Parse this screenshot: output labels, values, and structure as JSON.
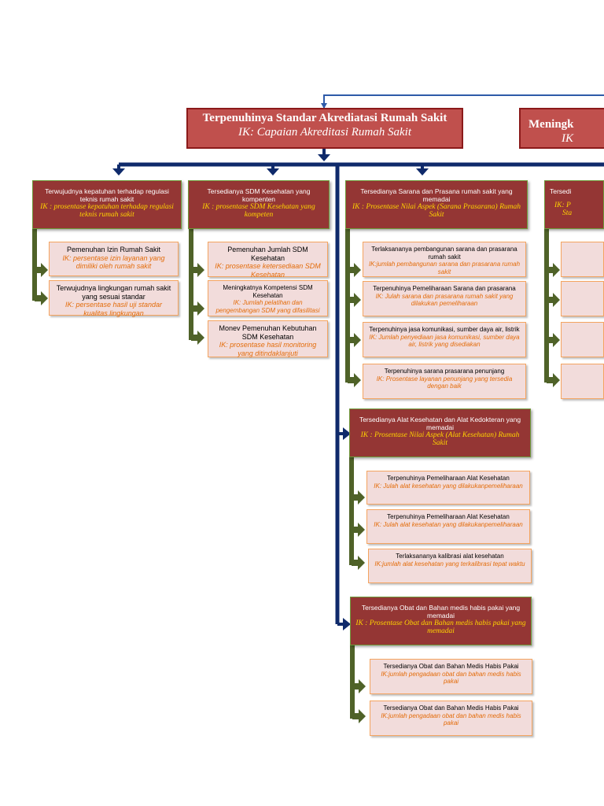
{
  "colors": {
    "main_connector": "#0f2a6b",
    "branch_arrow": "#4f6228",
    "box_dark": "#943634",
    "box_top": "#c0504d",
    "leaf_fill": "#f2dcdb",
    "ik_orange": "#e36c0a",
    "ik_yellow": "#ffd400"
  },
  "top": {
    "title": "Terpenuhinya Standar Akrediatasi Rumah Sakit",
    "ik": "IK: Capaian Akreditasi Rumah Sakit",
    "right_partial_title": "Meningk",
    "right_partial_ik": "IK"
  },
  "col1": {
    "header": {
      "title": "Terwujudnya kepatuhan terhadap regulasi teknis rumah sakit",
      "ik": "IK : prosentase kepatuhan terhadap regulasi teknis rumah sakit"
    },
    "items": [
      {
        "title": "Pemenuhan Izin Rumah Sakit",
        "ik": "IK: persentase  izin layanan yang dimiliki oleh rumah sakit"
      },
      {
        "title": "Terwujudnya lingkungan rumah sakit yang sesuai standar",
        "ik": "IK: persentase  hasil uji standar kualitas lingkungan"
      }
    ]
  },
  "col2": {
    "header": {
      "title": "Tersedianya SDM Kesehatan yang kompenten",
      "ik": "IK : prosentase SDM Kesehatan yang kompeten"
    },
    "items": [
      {
        "title": "Pemenuhan Jumlah SDM Kesehatan",
        "ik": "IK: prosentase ketersediaan SDM Kesehatan"
      },
      {
        "title": "Meningkatnya Kompetensi SDM Kesehatan",
        "ik": "IK: Jumlah pelatihan dan pengembangan SDM yang difasilitasi"
      },
      {
        "title": "Monev Pemenuhan Kebutuhan SDM Kesehatan",
        "ik": "IK: prosentase hasil monitoring yang ditindaklanjuti"
      }
    ]
  },
  "col3": {
    "header": {
      "title": "Tersedianya Sarana dan Prasana   rumah sakit yang memadai",
      "ik": "IK : Prosentase Nilai Aspek (Sarana Prasarana) Rumah Sakit"
    },
    "items": [
      {
        "title": "Terlaksananya pembangunan sarana dan prasarana rumah sakit",
        "ik": "IK:jumlah pembangunan sarana dan prasarana rumah sakit"
      },
      {
        "title": "Terpenuhinya Pemeliharaan Sarana dan prasarana",
        "ik": "IK: Julah sarana dan prasarana  rumah sakit yang dilakukan pemeliharaan"
      },
      {
        "title": "Terpenuhinya jasa komunikasi, sumber daya air, listrik",
        "ik": "IK: Jumlah penyediaan jasa komunikasi, sumber daya air, listrik yang disediakan"
      },
      {
        "title": "Terpenuhinya sarana prasarana penunjang",
        "ik": "IK: Prosentase layanan penunjang yang tersedia dengan baik"
      }
    ]
  },
  "col4_partial": {
    "header": {
      "title": "Tersedi",
      "ik": "IK: P",
      "ik2": "Sta"
    }
  },
  "alkes": {
    "header": {
      "title": "Tersedianya Alat Kesehatan dan Alat Kedokteran yang memadai",
      "ik": "IK : Prosentase Nilai Aspek (Alat Kesehatan) Rumah Sakit"
    },
    "items": [
      {
        "title": "Terpenuhinya Pemeliharaan Alat Kesehatan",
        "ik": "IK: Julah alat kesehatan yang dilakukanpemeliharaan"
      },
      {
        "title": "Terpenuhinya Pemeliharaan Alat Kesehatan",
        "ik": "IK: Julah alat kesehatan yang dilakukanpemeliharaan"
      },
      {
        "title": "Terlaksananya kalibrasi alat kesehatan",
        "ik": "IK:jumlah alat kesehatan yang terkalibrasi tepat waktu"
      }
    ]
  },
  "obat": {
    "header": {
      "title": "Tersedianya Obat dan Bahan medis habis pakai yang memadai",
      "ik": "IK : Prosentase Obat dan Bahan medis habis pakai yang memadai"
    },
    "items": [
      {
        "title": "Tersedianya Obat dan Bahan Medis Habis Pakai",
        "ik": "IK:jumlah pengadaan obat dan bahan medis habis pakai"
      },
      {
        "title": "Tersedianya Obat dan Bahan Medis Habis Pakai",
        "ik": "IK:jumlah pengadaan obat dan bahan medis habis pakai"
      }
    ]
  }
}
